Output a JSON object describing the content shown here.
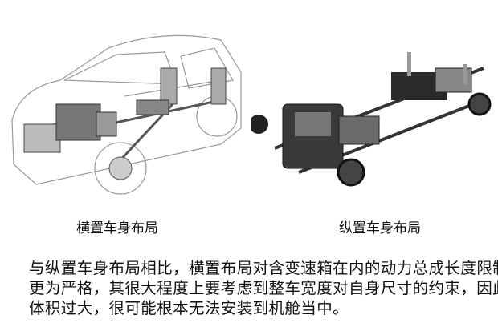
{
  "figures": [
    {
      "caption": "横置车身布局",
      "icon": "transverse-layout-car-illustration"
    },
    {
      "caption": "纵置车身布局",
      "icon": "longitudinal-chassis-illustration"
    }
  ],
  "paragraph": {
    "lines": [
      "与纵置车身布局相比，横置布局对含变速箱在内的动力总成长度限制",
      "更为严格，其很大程度上要考虑到整车宽度对自身尺寸的约束，因此",
      "体积过大，很可能根本无法安装到机舱当中。"
    ]
  }
}
